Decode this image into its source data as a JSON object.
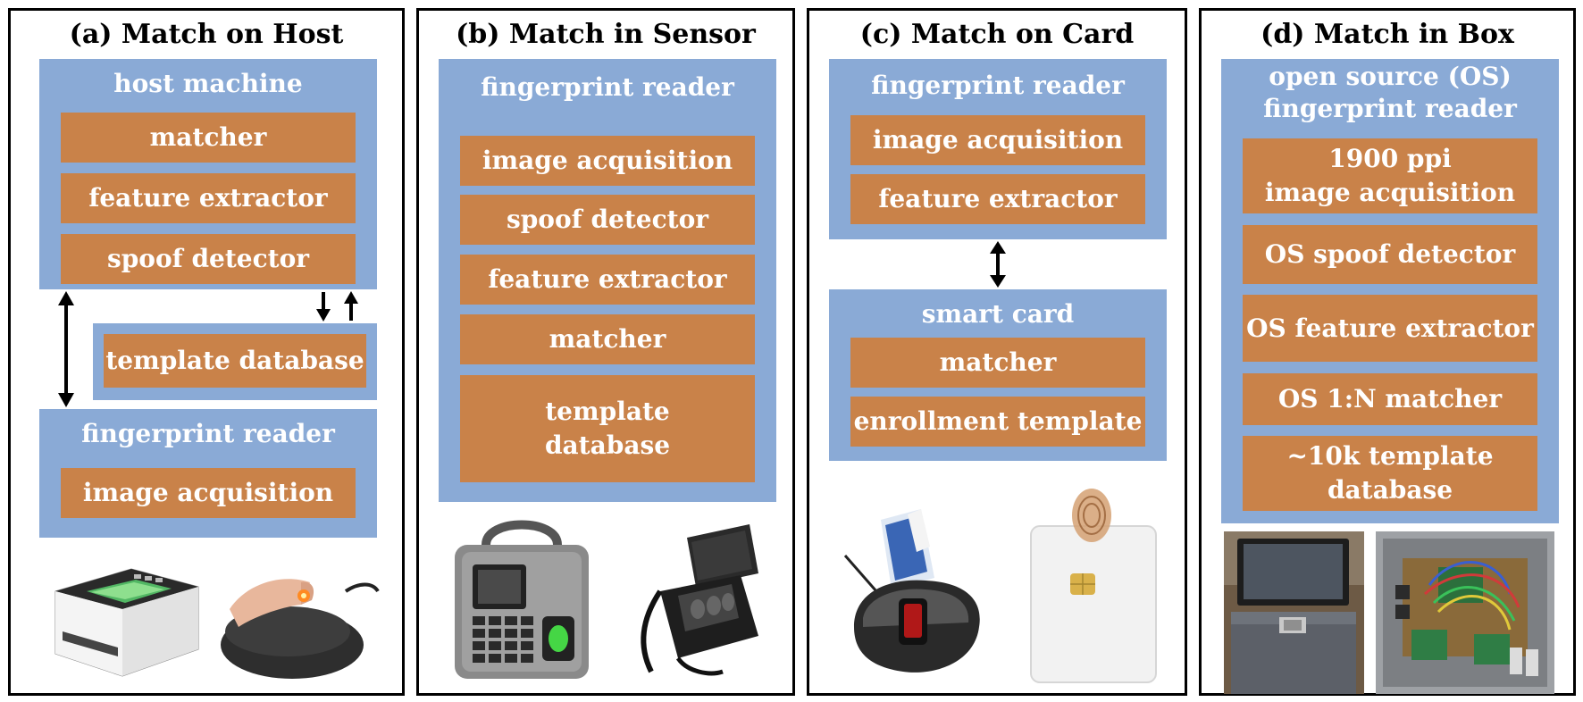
{
  "colors": {
    "container": "#8aaad6",
    "module": "#c98249",
    "border": "#000000"
  },
  "panels": [
    {
      "title": "(a) Match on Host",
      "host_title": "host machine",
      "host_modules": [
        "matcher",
        "feature extractor",
        "spoof detector"
      ],
      "template_db": "template database",
      "reader_title": "fingerprint reader",
      "reader_module": "image acquisition"
    },
    {
      "title": "(b) Match in Sensor",
      "reader_title": "fingerprint reader",
      "modules": [
        "image acquisition",
        "spoof detector",
        "feature extractor",
        "matcher"
      ],
      "template_db_line1": "template",
      "template_db_line2": "database"
    },
    {
      "title": "(c) Match on Card",
      "reader_title": "fingerprint reader",
      "reader_modules": [
        "image acquisition",
        "feature extractor"
      ],
      "card_title": "smart card",
      "card_modules": [
        "matcher",
        "enrollment template"
      ]
    },
    {
      "title": "(d) Match in Box",
      "reader_title_line1": "open source (OS)",
      "reader_title_line2": "fingerprint reader",
      "acq_line1": "1900 ppi",
      "acq_line2": "image acquisition",
      "modules": [
        "OS spoof detector",
        "OS feature extractor",
        "OS 1:N matcher"
      ],
      "db_line1": "~10k template",
      "db_line2": "database"
    }
  ]
}
